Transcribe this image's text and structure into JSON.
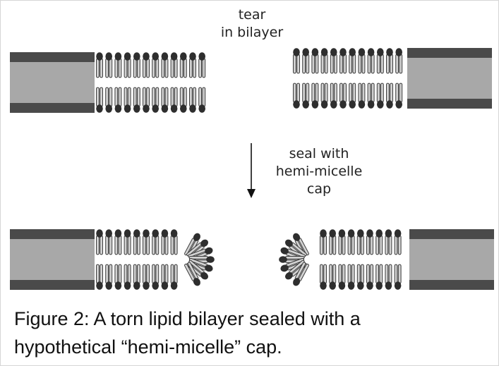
{
  "labels": {
    "tear": [
      "tear",
      "in bilayer"
    ],
    "seal": [
      "seal with",
      "hemi-micelle",
      "cap"
    ]
  },
  "caption": [
    "Figure 2: A torn lipid bilayer sealed with a",
    "hypothetical “hemi-micelle” cap."
  ],
  "colors": {
    "membrane_edge": "#4a4a4a",
    "membrane_fill": "#a8a8a8",
    "lipid_head": "#2e2e2e",
    "lipid_tail_stroke": "#3a3a3a",
    "lipid_tail_fill": "#d2d2d2",
    "arrow": "#111111"
  },
  "icons": {
    "arrow": "down-arrow-icon"
  }
}
